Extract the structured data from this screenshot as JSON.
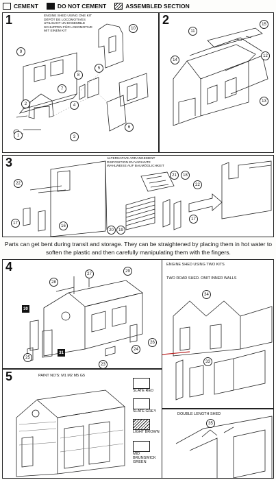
{
  "legend": {
    "cement": "CEMENT",
    "do_not_cement": "DO NOT CEMENT",
    "assembled_section": "ASSEMBLED SECTION"
  },
  "step1": {
    "number": "1",
    "note": [
      "ENGINE SHED USING ONE KIT",
      "DÉPÔT DE LOCOMOTIVES",
      "UTILISANT UN ENSEMBLE",
      "SCHUPPEN FÜR LOKOMOTIVE",
      "MIT EINEM KIT"
    ],
    "callouts": [
      "10",
      "9",
      "8",
      "7",
      "5",
      "2",
      "4",
      "6",
      "3",
      "1"
    ]
  },
  "step2": {
    "number": "2",
    "callouts": [
      "11",
      "15",
      "14",
      "12",
      "13"
    ]
  },
  "step3": {
    "number": "3",
    "alt_note": [
      "ALTERNATIVE ARRANGEMENT",
      "DISPOSITION EN VARIANTE",
      "WAHLWEISE AUF BAUMÖGLICHKEIT"
    ],
    "callouts": [
      "22",
      "21",
      "18",
      "22",
      "17",
      "16",
      "20",
      "19",
      "17"
    ]
  },
  "notice": "Parts can get bent during transit and storage. They can be straightened by placing them in hot water to soften the plastic and then carefully manipulating them with the fingers.",
  "step4": {
    "number": "4",
    "callouts": [
      "28",
      "27",
      "29",
      "30",
      "26",
      "24",
      "23",
      "25",
      "31"
    ],
    "two_kits": "ENGINE SHED USING TWO KITS",
    "two_road": "TWO ROAD SHED. OMIT INNER WALLS",
    "two_kit_callouts": [
      "34",
      "33"
    ]
  },
  "step5": {
    "number": "5",
    "paint_label": "PAINT No's: M1 M2 M5 G5",
    "paints": [
      "SLATE RED",
      "SLATE GREY",
      "LIGHT BROWN",
      "MID BRUNSWICK GREEN"
    ],
    "double_length": "DOUBLE LENGTH SHED",
    "callout": "35"
  }
}
